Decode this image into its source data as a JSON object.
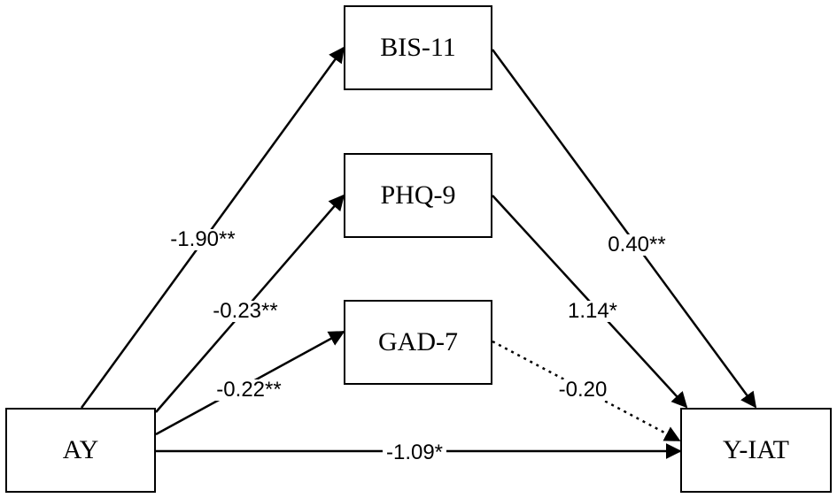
{
  "nodes": {
    "bis11": "BIS-11",
    "phq9": "PHQ-9",
    "gad7": "GAD-7",
    "ay": "AY",
    "yiat": "Y-IAT"
  },
  "edges": {
    "ay_bis11": "-1.90**",
    "ay_phq9": "-0.23**",
    "ay_gad7": "-0.22**",
    "bis11_yiat": "0.40**",
    "phq9_yiat": "1.14*",
    "gad7_yiat": "-0.20",
    "ay_yiat": "-1.09*"
  }
}
